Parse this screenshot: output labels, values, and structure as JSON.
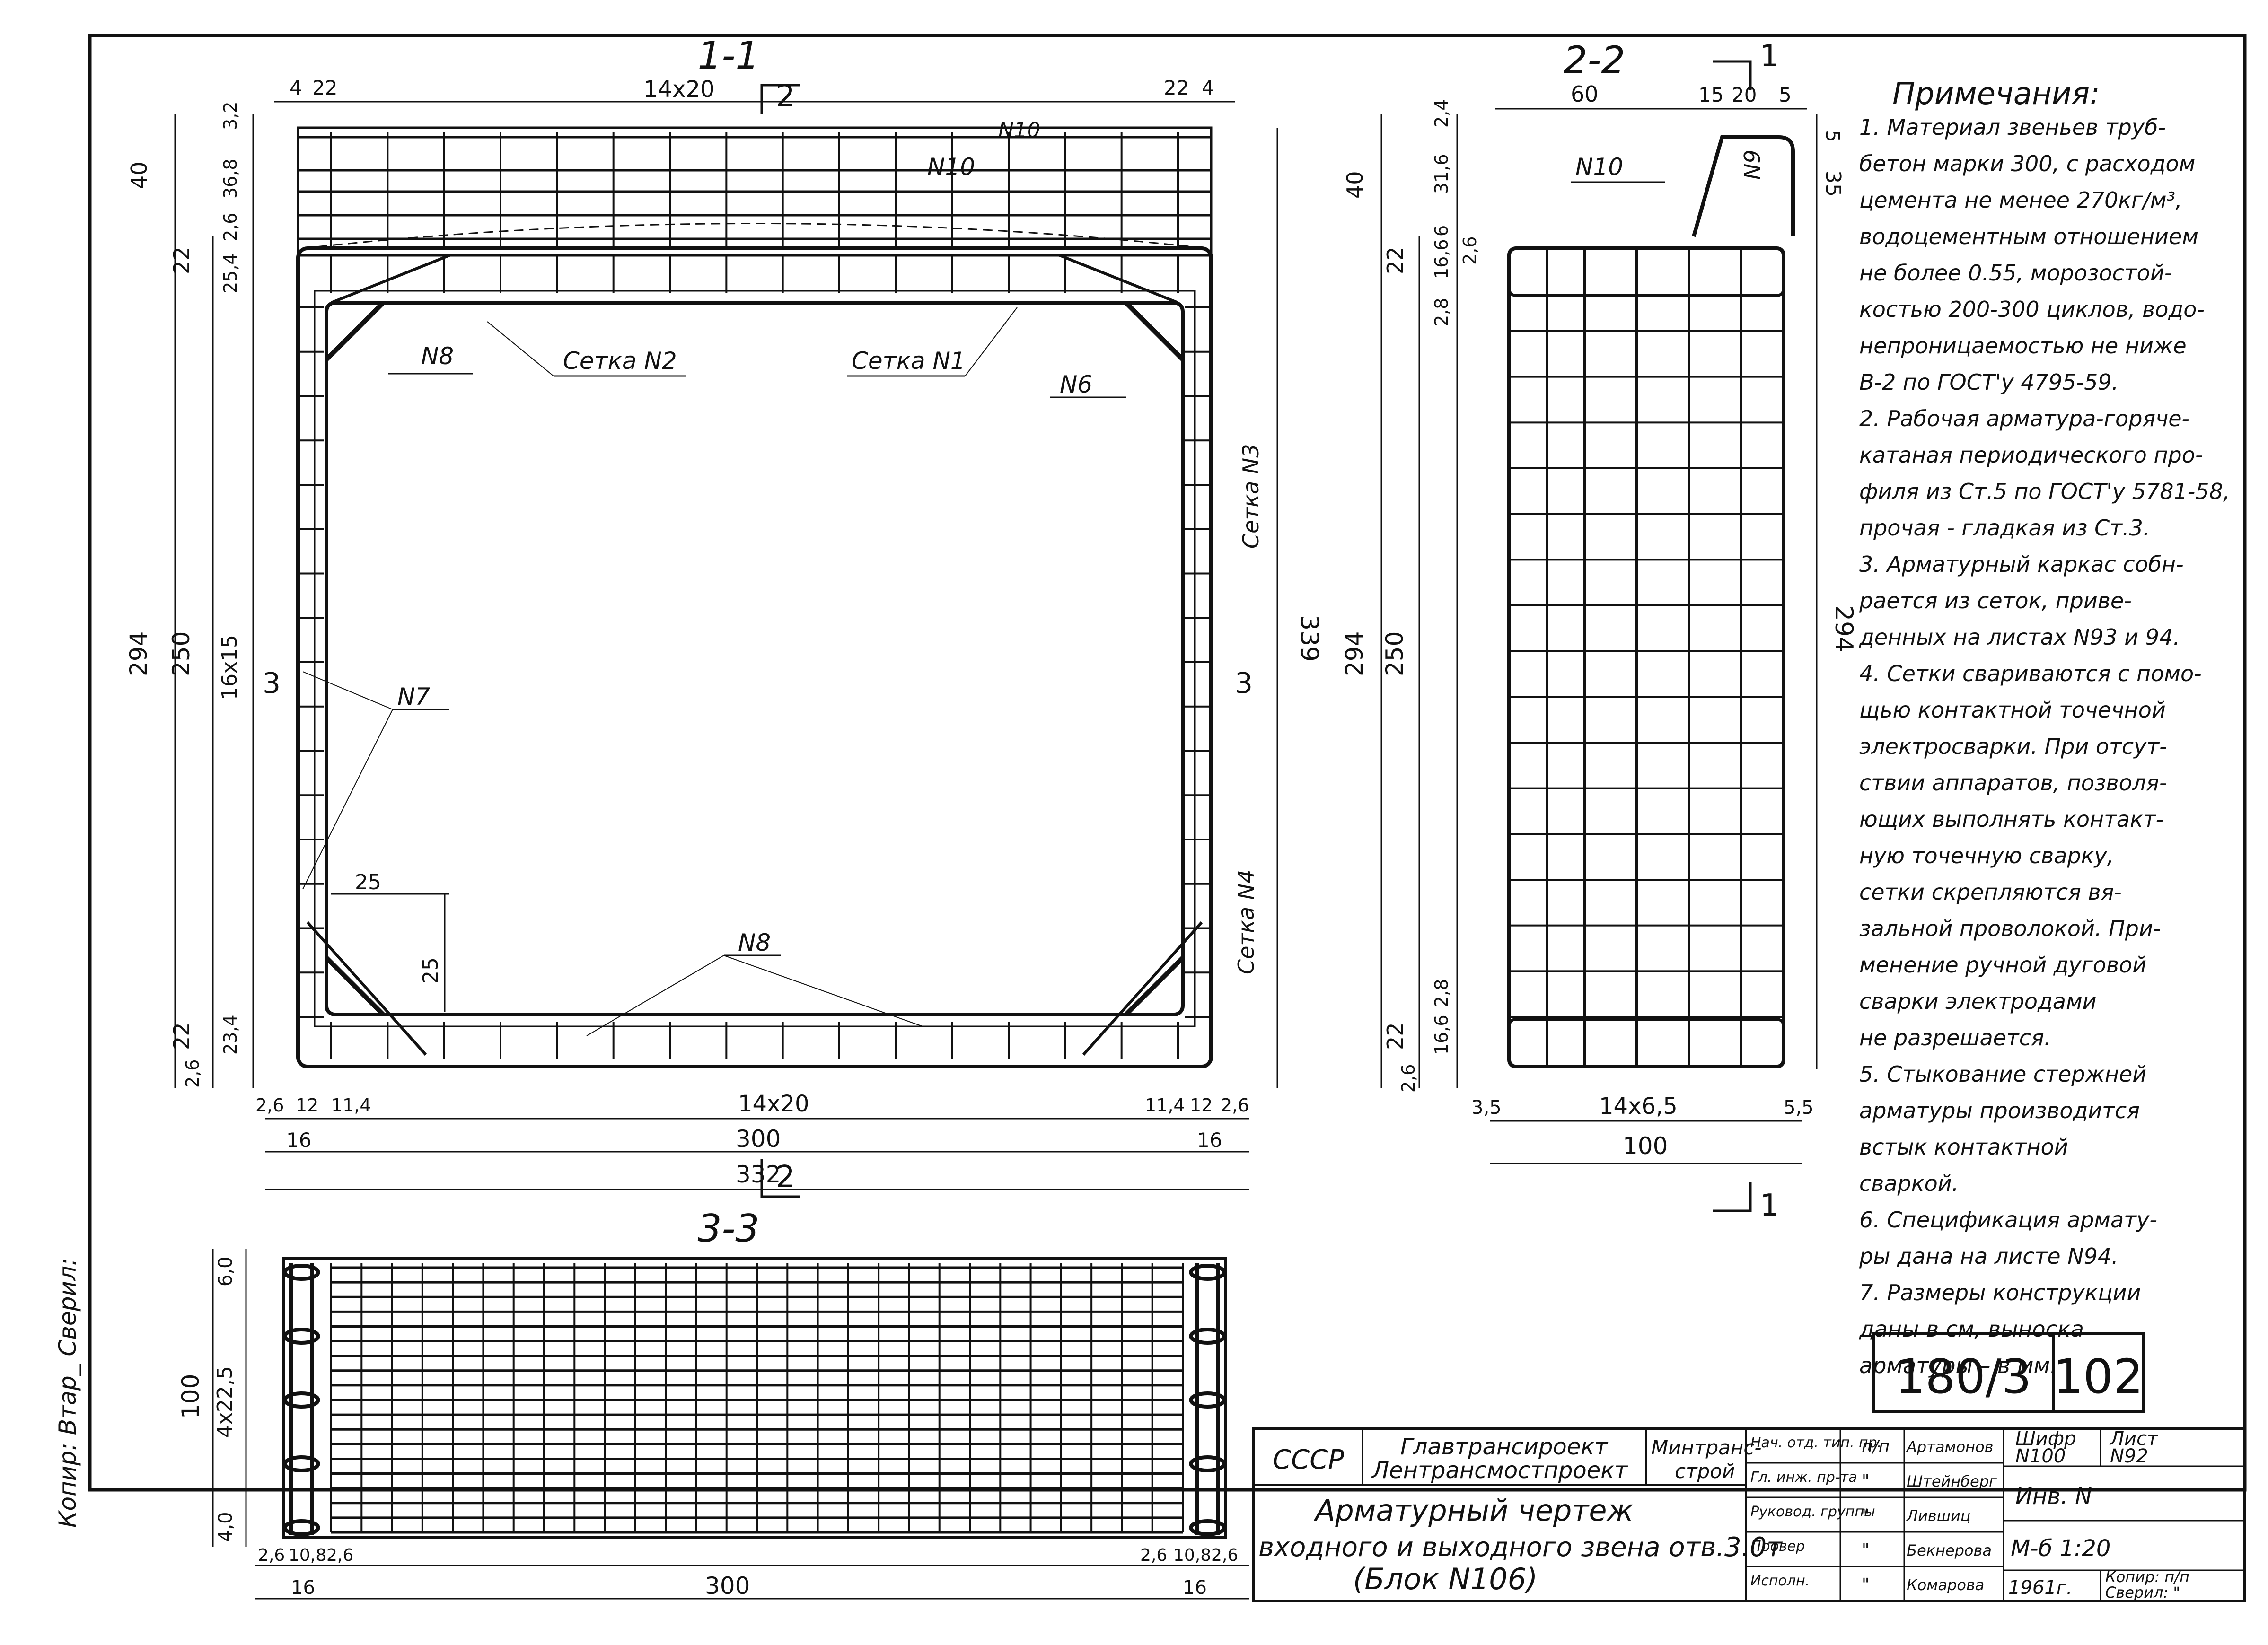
{
  "sections": {
    "s11": {
      "title": "1-1",
      "dims": {
        "top_a": "4",
        "top_b": "22",
        "top_mid": "14x20",
        "top_c": "22",
        "top_d": "4",
        "left_40": "40",
        "left_22": "22",
        "left_294": "294",
        "left_250": "250",
        "left_22b": "22",
        "left_26": "2,6",
        "v_32": "3,2",
        "v_368": "36,8",
        "v_26": "2,6",
        "v_254": "25,4",
        "v_16x15": "16x15",
        "v_234": "23,4",
        "right_339": "339",
        "bot_26": "2,6",
        "bot_12": "12",
        "bot_114": "11,4",
        "bot_14x20": "14x20",
        "bot_114b": "11,4",
        "bot_12b": "12",
        "bot_26b": "2,6",
        "bot_16": "16",
        "bot_300": "300",
        "bot_16b": "16",
        "bot_332": "332",
        "inner_25a": "25",
        "inner_25b": "25"
      },
      "labels": {
        "n10a": "N10",
        "n10b": "N10",
        "n8a": "N8",
        "setka2": "Сетка N2",
        "setka1": "Сетка N1",
        "n6": "N6",
        "setka3": "Сетка N3",
        "n7": "N7",
        "setka4": "Сетка N4",
        "n8b": "N8",
        "cut2_top": "2",
        "cut2_bot": "2",
        "cut3_left": "3",
        "cut3_right": "3"
      }
    },
    "s22": {
      "title": "2-2",
      "dims": {
        "top_60": "60",
        "top_15": "15",
        "top_20": "20",
        "top_5": "5",
        "right_5": "5",
        "right_35": "35",
        "right_294": "294",
        "left_40": "40",
        "left_22": "22",
        "left_294": "294",
        "left_250": "250",
        "left_22b": "22",
        "left_26": "2,6",
        "v_24": "2,4",
        "v_316": "31,6",
        "v_6": "6",
        "v_166": "16,6",
        "v_26": "2,6",
        "v_28": "2,8",
        "v_28b": "2,8",
        "v_166b": "16,6",
        "bot_35": "3,5",
        "bot_14x65": "14x6,5",
        "bot_55": "5,5",
        "bot_100": "100"
      },
      "labels": {
        "n10": "N10",
        "n9": "N9",
        "cut1_top": "1",
        "cut1_bot": "1"
      }
    },
    "s33": {
      "title": "3-3",
      "dims": {
        "left_100": "100",
        "v_60": "6,0",
        "v_4x225": "4x22,5",
        "v_40": "4,0",
        "bot_26": "2,6",
        "bot_108": "10,8",
        "bot_26b": "2,6",
        "bot_16": "16",
        "bot_300": "300",
        "bot_26c": "2,6",
        "bot_108b": "10,8",
        "bot_26d": "2,6",
        "bot_16b": "16"
      }
    }
  },
  "notes": {
    "title": "Примечания:",
    "lines": [
      "1. Материал звеньев труб-",
      "бетон марки 300, с расходом",
      "цемента не менее 270кг/м³,",
      "водоцементным отношением",
      "не более 0.55, морозостой-",
      "костью 200-300 циклов, водо-",
      "непроницаемостью не ниже",
      "В-2 по ГОСТ'у 4795-59.",
      "2. Рабочая арматура-горяче-",
      "катаная периодического про-",
      "филя из Ст.5 по ГОСТ'у 5781-58,",
      "прочая - гладкая из Ст.3.",
      "3. Арматурный каркас собн-",
      "рается из сеток, приве-",
      "денных на листах N93 и 94.",
      "4. Сетки свариваются с помо-",
      "щью контактной точечной",
      "электросварки. При отсут-",
      "ствии аппаратов, позволя-",
      "ющих выполнять контакт-",
      "ную точечную сварку,",
      "сетки скрепляются вя-",
      "зальной проволокой. При-",
      "менение ручной дуговой",
      "сварки электродами",
      "не разрешается.",
      "5. Стыкование стержней",
      "арматуры производится",
      "встык контактной",
      "сваркой.",
      "6. Спецификация армату-",
      "ры дана на листе N94.",
      "7. Размеры конструкции",
      "даны в см, выноска",
      "арматуры – в мм."
    ]
  },
  "sheet_box": {
    "code": "180/3",
    "num": "102"
  },
  "side_stamp": "Копир: Втар_ Сверил:",
  "title_block": {
    "country": "СССР",
    "org1": "Главтрансироект",
    "org2": "Лентрансмостпроект",
    "ministry1": "Минтранс-",
    "ministry2": "строй",
    "drawing1": "Арматурный чертеж",
    "drawing2": "входного и выходного звена отв.3.0т",
    "drawing3": "(Блок N106)",
    "roles": [
      "Нач. отд. тип. пр.",
      "Гл. инж. пр-та",
      "Руковод. группы",
      "Провер",
      "Исполн."
    ],
    "marks": [
      "п/п",
      "\"",
      "\"",
      "\"",
      "\""
    ],
    "names": [
      "Артамонов",
      "Штейнберг",
      "Лившиц",
      "Бекнерова",
      "Комарова"
    ],
    "shifr_label": "Шифр",
    "shifr_val": "N100",
    "list_label": "Лист",
    "list_val": "N92",
    "inv": "Инв. N",
    "scale": "М-б 1:20",
    "year": "1961г.",
    "kopir": "Копир: п/п",
    "sveril": "Сверил: \""
  }
}
